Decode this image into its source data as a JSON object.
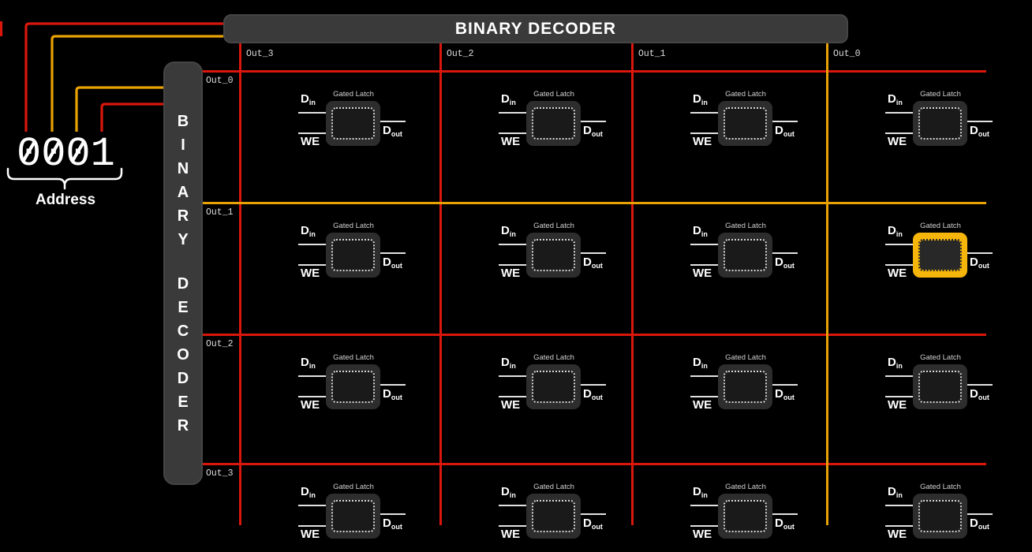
{
  "address": {
    "value": "0001",
    "label": "Address"
  },
  "top_decoder": {
    "label": "BINARY DECODER"
  },
  "left_decoder": {
    "word1": "BINARY",
    "word2": "DECODER"
  },
  "columns": [
    {
      "label": "Out_3",
      "wire": "red"
    },
    {
      "label": "Out_2",
      "wire": "red"
    },
    {
      "label": "Out_1",
      "wire": "red"
    },
    {
      "label": "Out_0",
      "wire": "orange"
    }
  ],
  "rows": [
    {
      "label": "Out_0",
      "wire": "red"
    },
    {
      "label": "Out_1",
      "wire": "orange"
    },
    {
      "label": "Out_2",
      "wire": "red"
    },
    {
      "label": "Out_3",
      "wire": "red"
    }
  ],
  "latch": {
    "caption": "Gated Latch",
    "din": "D",
    "din_sub": "in",
    "we": "WE",
    "dout": "D",
    "dout_sub": "out"
  },
  "selected": {
    "row": "Out_1",
    "col": "Out_0",
    "row_index": 1,
    "col_index": 3
  },
  "address_wires": [
    {
      "bit": "0",
      "target": "top-decoder",
      "color": "red"
    },
    {
      "bit": "0",
      "target": "top-decoder",
      "color": "orange"
    },
    {
      "bit": "0",
      "target": "left-decoder",
      "color": "orange"
    },
    {
      "bit": "1",
      "target": "left-decoder",
      "color": "red"
    }
  ],
  "colors": {
    "red": "#d9170c",
    "orange": "#e8a202",
    "highlight": "#f5b50a",
    "panel": "#3a3a3a"
  }
}
